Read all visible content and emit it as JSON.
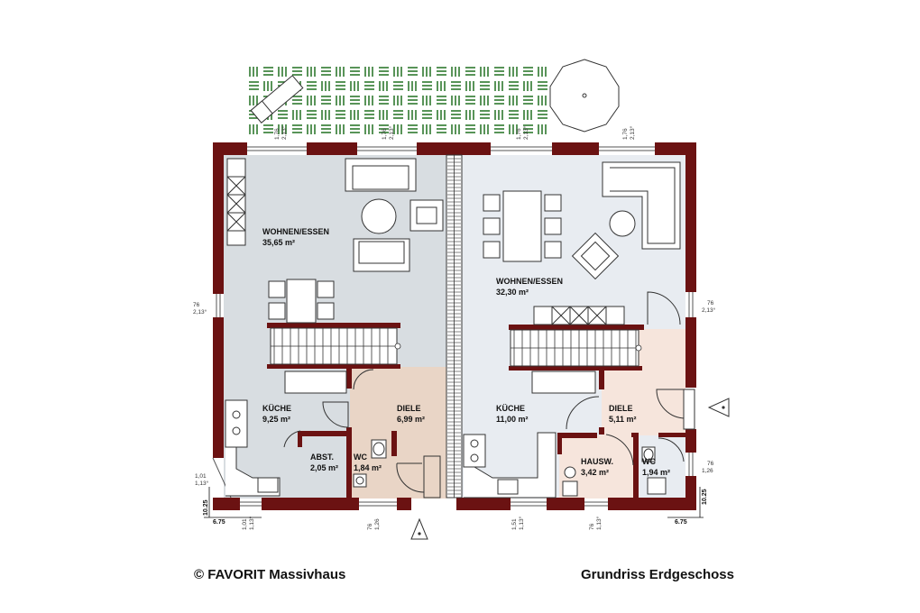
{
  "left_unit": {
    "rooms": [
      {
        "name": "WOHNEN/ESSEN",
        "area": "35,65 m²"
      },
      {
        "name": "KÜCHE",
        "area": "9,25 m²"
      },
      {
        "name": "DIELE",
        "area": "6,99 m²"
      },
      {
        "name": "ABST.",
        "area": "2,05 m²"
      },
      {
        "name": "WC",
        "area": "1,84 m²"
      }
    ]
  },
  "right_unit": {
    "rooms": [
      {
        "name": "WOHNEN/ESSEN",
        "area": "32,30 m²"
      },
      {
        "name": "KÜCHE",
        "area": "11,00 m²"
      },
      {
        "name": "DIELE",
        "area": "5,11 m²"
      },
      {
        "name": "HAUSW.",
        "area": "3,42 m²"
      },
      {
        "name": "WC",
        "area": "1,94 m²"
      }
    ]
  },
  "window_dims": {
    "top_left_1": [
      "1,76",
      "2,13°"
    ],
    "top_left_2": [
      "1,76",
      "2,13°"
    ],
    "top_right_1": [
      "1,76",
      "2,13°"
    ],
    "top_right_2": [
      "1,76",
      "2,13°"
    ],
    "side_left": [
      "76",
      "2,13°"
    ],
    "side_right": [
      "76",
      "2,13°"
    ],
    "left_lower": [
      "1,01",
      "1,13°"
    ],
    "right_lower": [
      "76",
      "1,26"
    ],
    "bottom_1": [
      "1,01",
      "1,13°"
    ],
    "bottom_2": [
      "76",
      "1,26"
    ],
    "bottom_3": [
      "1,51",
      "1,13°"
    ],
    "bottom_4": [
      "76",
      "1,13°"
    ]
  },
  "overall_dims": {
    "depth_left": "10.25",
    "depth_right": "10.25",
    "width_left": "6.75",
    "width_right": "6.75"
  },
  "footer": {
    "credit": "© FAVORIT Massivhaus",
    "title": "Grundriss Erdgeschoss"
  },
  "colors": {
    "wall": "#6b1212",
    "living_left": "#d8dde1",
    "living_right": "#e8ecf1",
    "diele": "#e9d5c6",
    "hausw": "#f6e5dc",
    "terrace_tile": "#2f7a2f"
  }
}
